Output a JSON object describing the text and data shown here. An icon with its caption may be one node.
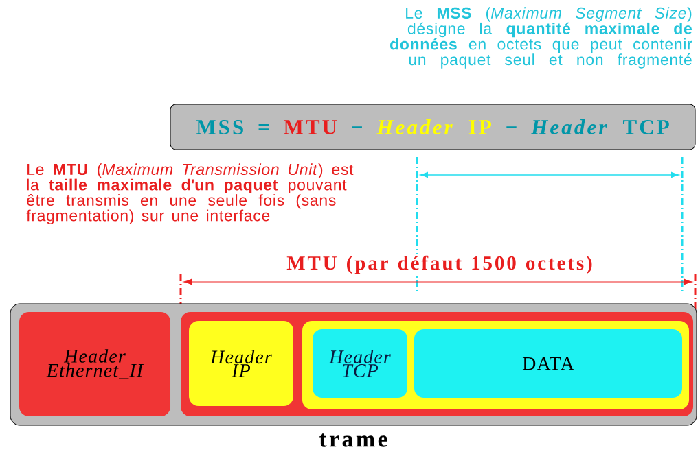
{
  "diagram": {
    "nodes": [
      {
        "text": [],
        "shape": "box",
        "beside": [
          "trame"
        ]
      },
      {
        "text": [
          "Header Ethernet_II"
        ],
        "in": 0
      },
      {
        "text": [],
        "shape": "box",
        "in": 0
      },
      {
        "text": [
          "Header IP"
        ],
        "in": 2
      },
      {
        "text": [],
        "shape": "box",
        "in": 2
      },
      {
        "text": [
          "Header TCP"
        ],
        "in": 4
      },
      {
        "text": [
          "DATA"
        ],
        "in": 4
      },
      {
        "text": [
          "MSS =",
          "MTU",
          "−",
          "*Header* IP",
          "−",
          "*Header* TCP"
        ]
      }
    ],
    "labels": [
      "Le **MSS** (*Maximum Segment Size*) désigne la **quantité maximale de données** en octets que peut contenir un paquet seul et non fragmenté",
      "Le **MTU** (*Maximum Transmission Unit*) est la **taille maximale d'un paquet** pouvant être transmis en une seule fois (sans fragmentation) sur une interface",
      "MTU (par défaut 1500 octets)"
    ]
  }
}
